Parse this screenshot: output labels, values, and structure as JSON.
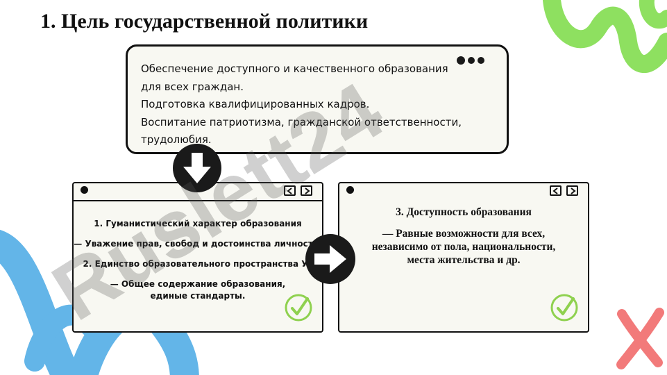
{
  "slide": {
    "title": "1. Цель государственной политики"
  },
  "goal_card": {
    "lines": [
      "Обеспечение доступного и качественного образования",
      "для всех граждан.",
      "Подготовка квалифицированных кадров.",
      "Воспитание патриотизма, гражданской ответственности,",
      "трудолюбия."
    ]
  },
  "left_panel": {
    "lines": [
      "1. Гуманистический характер образования",
      "— Уважение прав, свобод и достоинства личности.",
      "2. Единство образовательного пространства Уз",
      "— Общее содержание образования, единые стандарты."
    ]
  },
  "right_panel": {
    "heading": "3. Доступность образования",
    "body": "— Равные возможности для всех, независимо от пола, национальности, места жительства и др."
  },
  "watermark": {
    "text": "Ruslett24"
  },
  "colors": {
    "check_green": "#8fd14f",
    "green_squiggle": "#8ee060",
    "purple_squiggle": "#cbbcf6",
    "blue_squiggle": "#63b5e8",
    "red_cross": "#f27a7a",
    "panel_bg": "#f8f8f2"
  },
  "icons": {
    "down_arrow": "down-arrow-circle-icon",
    "right_arrow": "right-arrow-circle-icon",
    "check": "check-icon",
    "nav_prev": "chevron-left-icon",
    "nav_next": "chevron-right-icon"
  }
}
